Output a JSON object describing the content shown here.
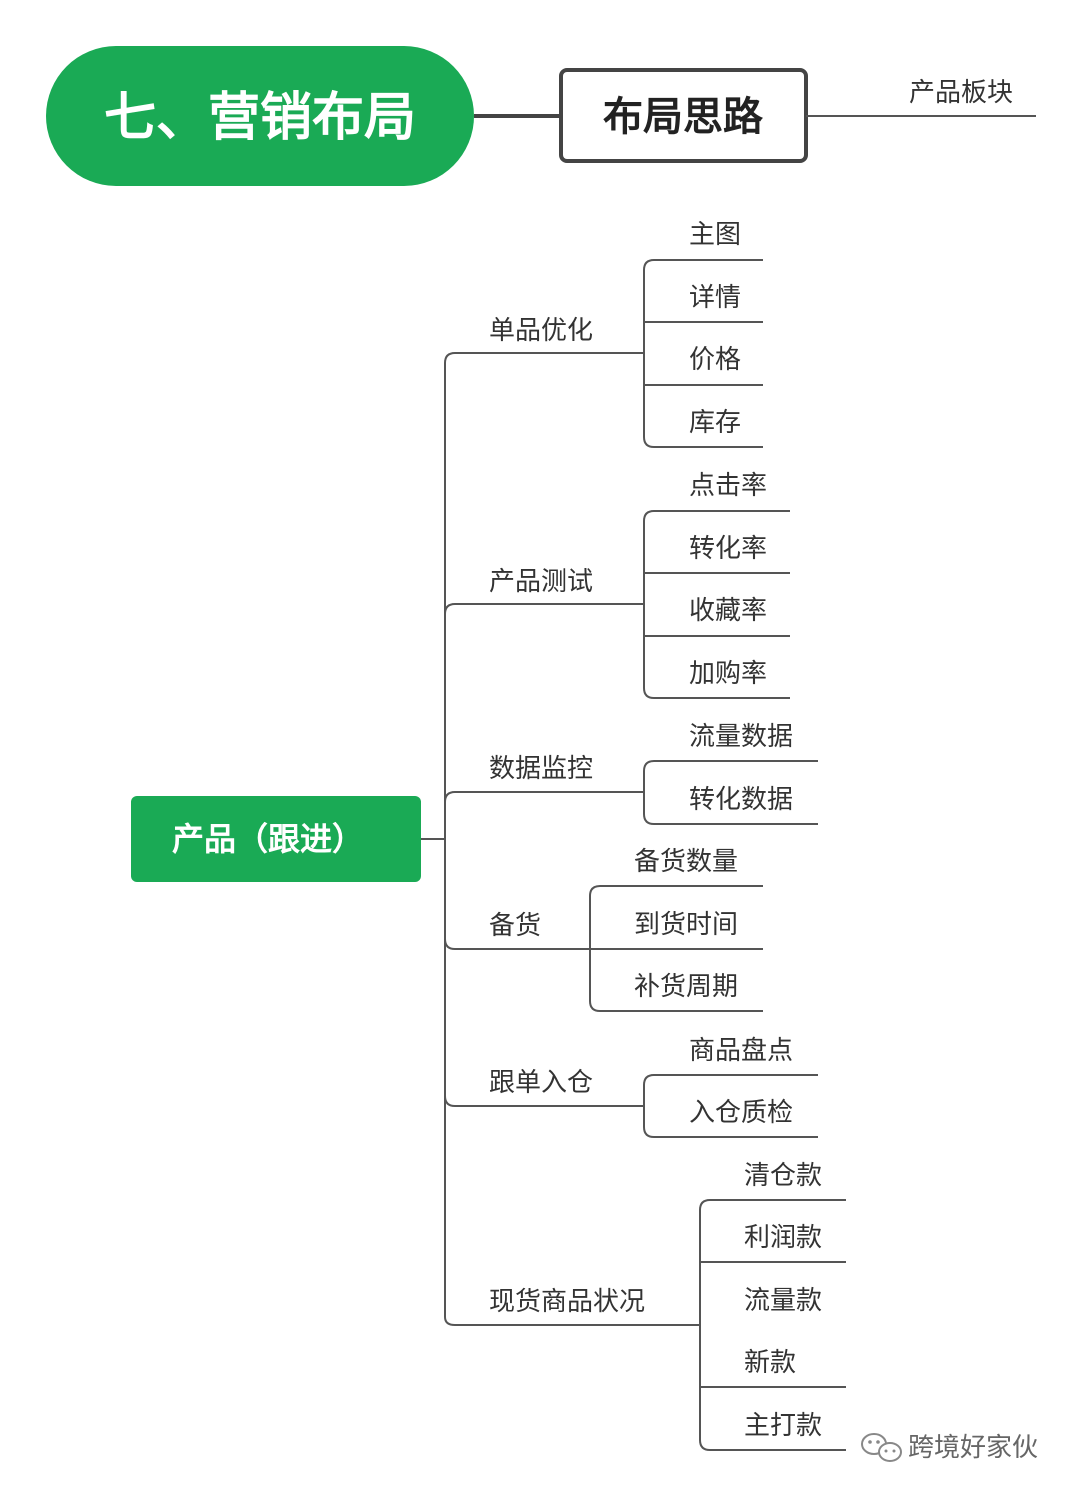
{
  "colors": {
    "accent_green": "#1aaa55",
    "line": "#555555"
  },
  "header": {
    "section_title": "七、营销布局",
    "topic_box": "布局思路",
    "branch_label": "产品板块"
  },
  "root": {
    "label": "产品（跟进）"
  },
  "branches": [
    {
      "label": "单品优化",
      "children": [
        "主图",
        "详情",
        "价格",
        "库存"
      ]
    },
    {
      "label": "产品测试",
      "children": [
        "点击率",
        "转化率",
        "收藏率",
        "加购率"
      ]
    },
    {
      "label": "数据监控",
      "children": [
        "流量数据",
        "转化数据"
      ]
    },
    {
      "label": "备货",
      "children": [
        "备货数量",
        "到货时间",
        "补货周期"
      ]
    },
    {
      "label": "跟单入仓",
      "children": [
        "商品盘点",
        "入仓质检"
      ]
    },
    {
      "label": "现货商品状况",
      "children": [
        "清仓款",
        "利润款",
        "流量款",
        "新款",
        "主打款"
      ]
    }
  ],
  "watermark": {
    "icon": "wechat-icon",
    "text": "跨境好家伙"
  }
}
